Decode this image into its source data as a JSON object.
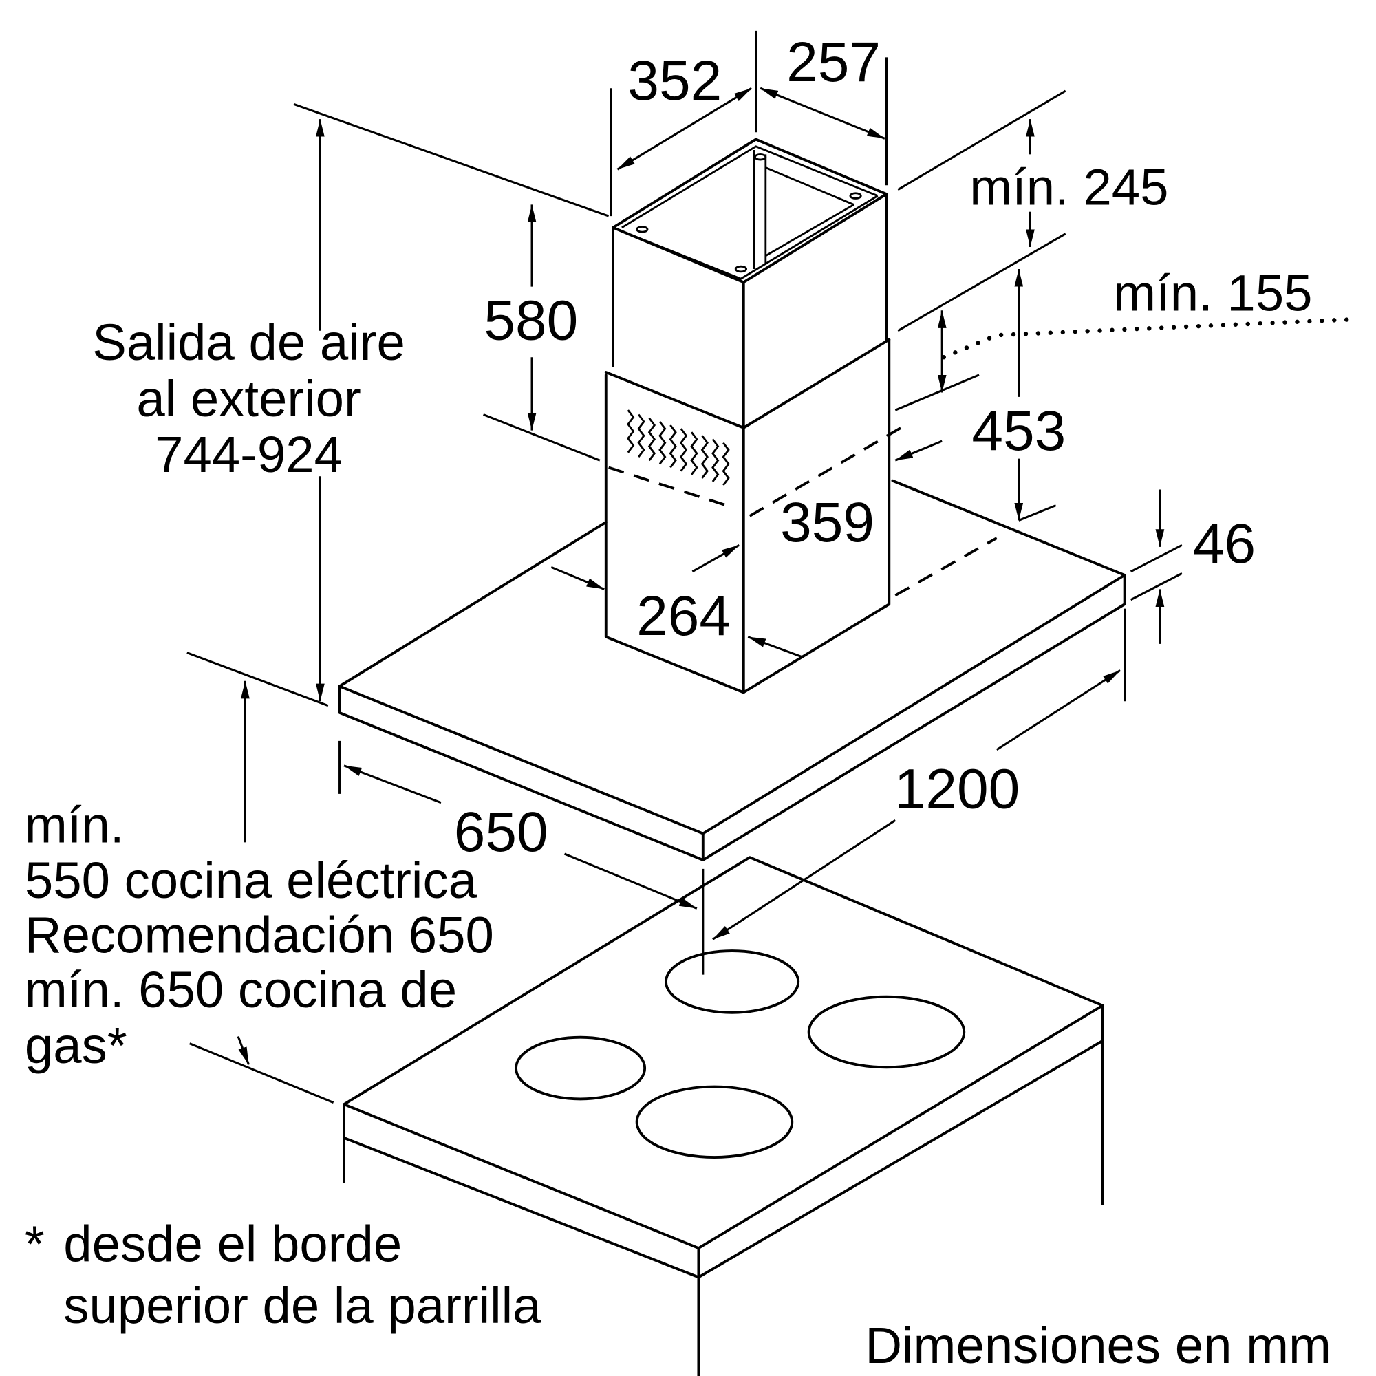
{
  "dimensions": {
    "chimney_width": "352",
    "chimney_depth": "257",
    "min_245": "mín. 245",
    "min_155": "mín. 155",
    "upper_chimney_height": "580",
    "lower_chimney_height": "453",
    "lower_chimney_width": "359",
    "lower_chimney_depth": "264",
    "canopy_thickness": "46",
    "hood_width": "1200",
    "hood_depth": "650"
  },
  "air_outlet": {
    "line1": "Salida de aire",
    "line2": "al exterior",
    "line3": "744-924"
  },
  "clearance_note": {
    "line1": "mín.",
    "line2": "550 cocina eléctrica",
    "line3": "Recomendación 650",
    "line4": "mín. 650 cocina de",
    "line5": "gas*"
  },
  "footnote": {
    "star": "*",
    "line1": "desde el borde",
    "line2": "superior de la parrilla"
  },
  "units_label": "Dimensiones en mm"
}
